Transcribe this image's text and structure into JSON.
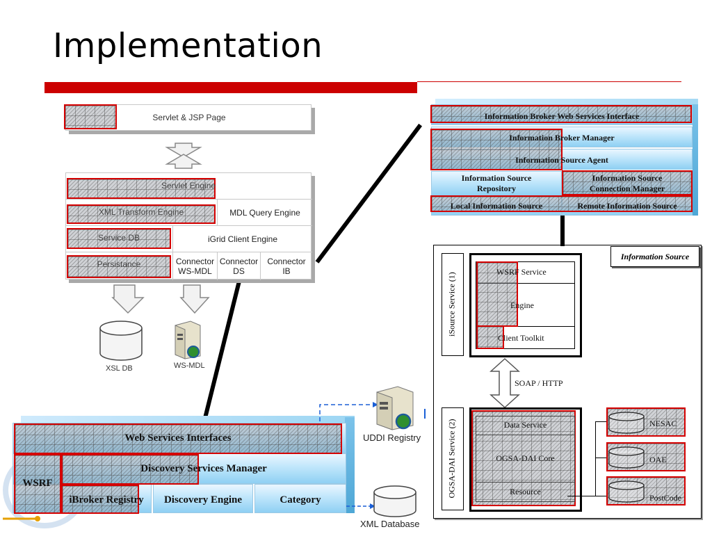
{
  "title": "Implementation",
  "left_stack": {
    "top_box": "Servlet & JSP Page",
    "servlet_engine": "Servlet Engine",
    "xml_transform": "XML Transform Engine",
    "mdl_query": "MDL Query Engine",
    "service_db": "Service DB",
    "igrid_client": "iGrid Client Engine",
    "persistance": "Persistance",
    "connectors": [
      "Connector\nWS-MDL",
      "Connector\nDS",
      "Connector\nIB"
    ],
    "xsl_db": "XSL DB",
    "ws_mdl": "WS-MDL"
  },
  "broker": {
    "ws_interface": "Information Broker Web Services Interface",
    "manager": "Information Broker Manager",
    "agent": "Information Source Agent",
    "repository": "Information Source\nRepository",
    "connection_manager": "Information Source\nConnection Manager",
    "local_source": "Local Information Source",
    "remote_source": "Remote Information Source"
  },
  "info_source": {
    "label": "Information Source",
    "isource_service": "iSource Service (1)",
    "wsrf_service": "WSRF Service",
    "engine": "Engine",
    "client_toolkit": "Client Toolkit",
    "soap": "SOAP / HTTP",
    "ogsa_service": "OGSA-DAI Service (2)",
    "data_service": "Data Service",
    "ogsa_core": "OGSA-DAI Core",
    "resource": "Resource",
    "databases": [
      "NESAC",
      "OAE",
      "PostCode"
    ]
  },
  "discovery": {
    "ws_interfaces": "Web Services Interfaces",
    "manager": "Discovery Services Manager",
    "wsrf": "WSRF",
    "ibroker_registry": "iBroker Registry",
    "discovery_engine": "Discovery Engine",
    "category": "Category"
  },
  "uddi_registry": "UDDI Registry",
  "xml_database": "XML Database",
  "colors": {
    "accent_red": "#cc0000",
    "slab_blue": "#8fd0f3"
  }
}
